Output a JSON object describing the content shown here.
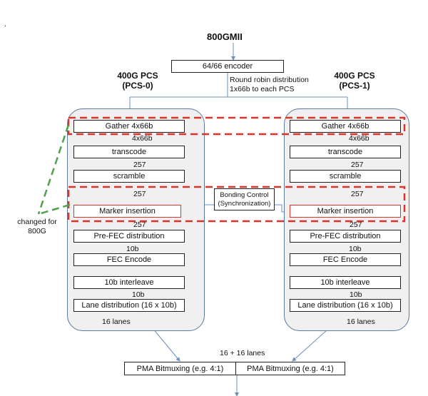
{
  "corner_mark": ".",
  "top_label": "800GMII",
  "encoder": "64/66 encoder",
  "distribution_note": [
    "Round robin distribution",
    "1x66b to each PCS"
  ],
  "pcs_left": {
    "title": [
      "400G PCS",
      "(PCS-0)"
    ]
  },
  "pcs_right": {
    "title": [
      "400G PCS",
      "(PCS-1)"
    ]
  },
  "blocks": {
    "gather": "Gather 4x66b",
    "transcode": "transcode",
    "scramble": "scramble",
    "marker": "Marker insertion",
    "prefec": "Pre-FEC distribution",
    "fec": "FEC Encode",
    "interleave": "10b interleave",
    "lane_dist": "Lane distribution (16 x 10b)"
  },
  "arrow_labels": {
    "a1": "4x66b",
    "a2": "257",
    "a3": "257",
    "a4": "257",
    "a5": "10b",
    "a6": "10b"
  },
  "lanes_label": "16 lanes",
  "bonding": [
    "Bonding Control",
    "(Synchronization)"
  ],
  "changed_note": [
    "changed for",
    "800G"
  ],
  "combined_lanes": "16 + 16 lanes",
  "pma_left": "PMA Bitmuxing (e.g. 4:1)",
  "pma_right": "PMA Bitmuxing (e.g. 4:1)",
  "colors": {
    "arrow": "#6a8fc0",
    "pcs_border": "#5b7a9e",
    "pcs_fill": "#f0f0f0",
    "red_dash": "#d9342b",
    "green_dash": "#4fa04f"
  }
}
